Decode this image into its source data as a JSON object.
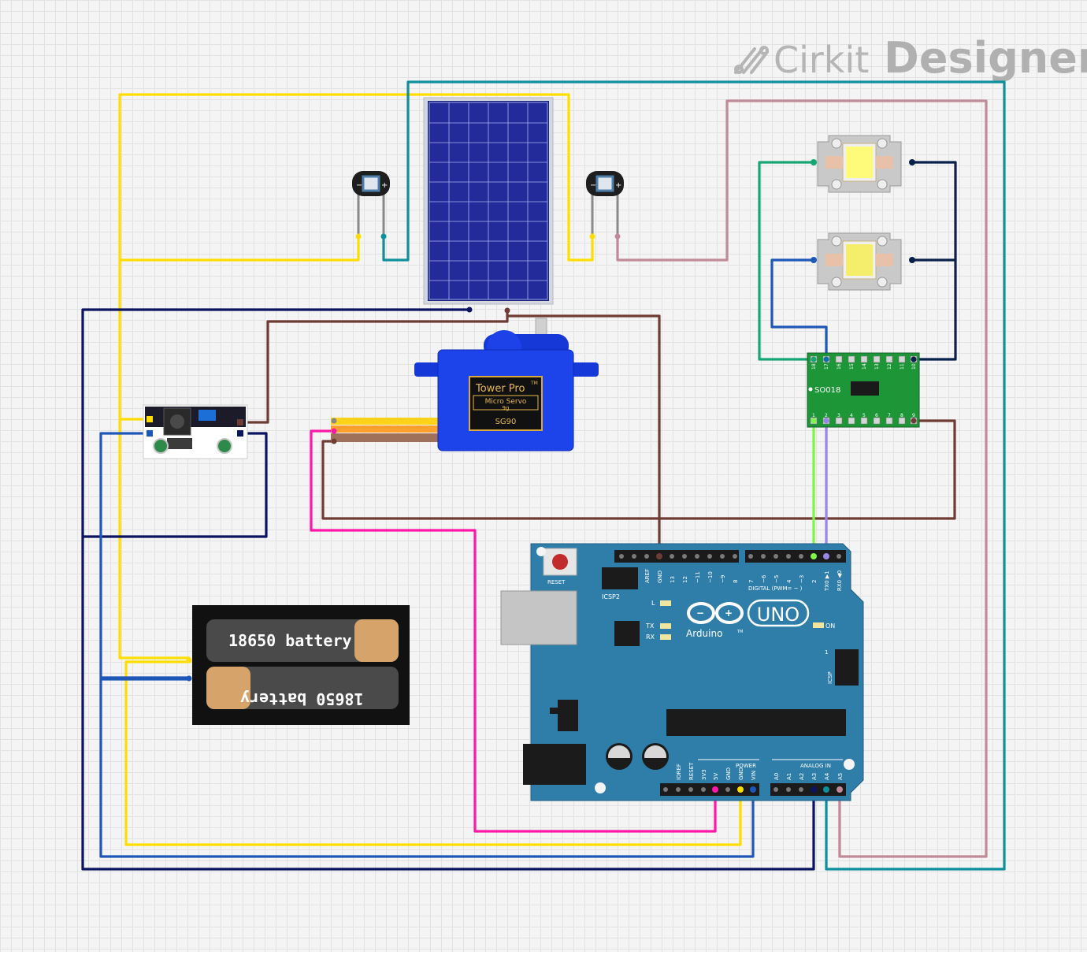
{
  "app": {
    "brand_light": "Cirkit",
    "brand_bold": "Designer"
  },
  "battery": {
    "label_top": "18650 battery",
    "label_bottom": "18650 battery"
  },
  "servo": {
    "brand": "Tower Pro",
    "trademark": "TM",
    "line1": "Micro Servo",
    "line2": "9g",
    "model": "SG90"
  },
  "driver": {
    "chip_label": "SO018",
    "top_pins": [
      "18",
      "17",
      "16",
      "15",
      "14",
      "13",
      "12",
      "11",
      "10"
    ],
    "bottom_pins": [
      "1",
      "2",
      "3",
      "4",
      "5",
      "6",
      "7",
      "8",
      "9"
    ]
  },
  "arduino": {
    "reset_label": "RESET",
    "icsp2_label": "ICSP2",
    "icsp_label": "ICSP",
    "icsp_pin1": "1",
    "l_label": "L",
    "tx_label": "TX",
    "rx_label": "RX",
    "on_label": "ON",
    "brand": "Arduino",
    "tm": "TM",
    "model": "UNO",
    "digital_label": "DIGITAL (PWM= ~ )",
    "power_label": "POWER",
    "analog_label": "ANALOG IN",
    "digital_pins_left": [
      "AREF",
      "GND",
      "13",
      "12",
      "~11",
      "~10",
      "~9",
      "8"
    ],
    "digital_pins_right": [
      "7",
      "~6",
      "~5",
      "4",
      "~3",
      "2",
      "TX0 ▶1",
      "RX0 ◀0"
    ],
    "power_pins": [
      "IOREF",
      "RESET",
      "3V3",
      "5V",
      "GND",
      "GND",
      "VIN"
    ],
    "analog_pins": [
      "A0",
      "A1",
      "A2",
      "A3",
      "A4",
      "A5"
    ]
  },
  "colors": {
    "yellow": "#ffdd00",
    "teal": "#0e8f9c",
    "pink_wire": "#c08a98",
    "navy": "#0a1460",
    "brown": "#6e3c34",
    "magenta": "#ff17a8",
    "blue": "#1e57b8",
    "green": "#17a673",
    "lime": "#7ff54a",
    "lavender": "#9a86e6",
    "dark_navy": "#08204a",
    "board_teal": "#2f7ea9",
    "driver_green": "#1d9637"
  }
}
